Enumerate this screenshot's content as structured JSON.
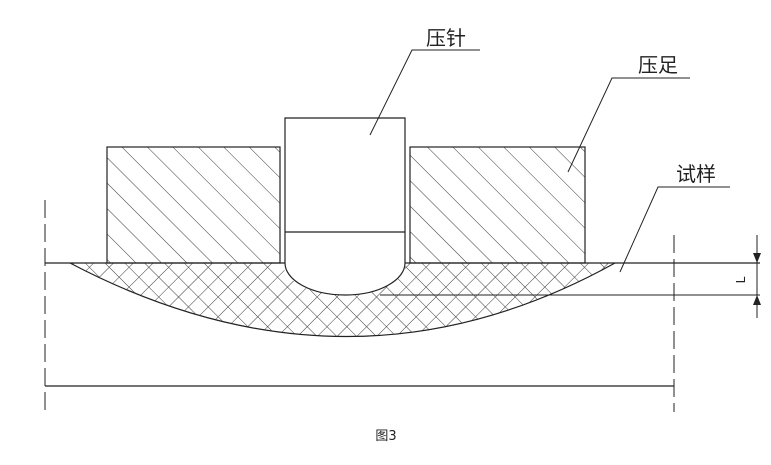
{
  "labels": {
    "indenter": "压针",
    "presser_foot": "压足",
    "specimen": "试样",
    "dimension_L": "L"
  },
  "caption": "图3",
  "colors": {
    "line": "#222222",
    "hatch": "#3a3a3a",
    "background": "#ffffff"
  }
}
